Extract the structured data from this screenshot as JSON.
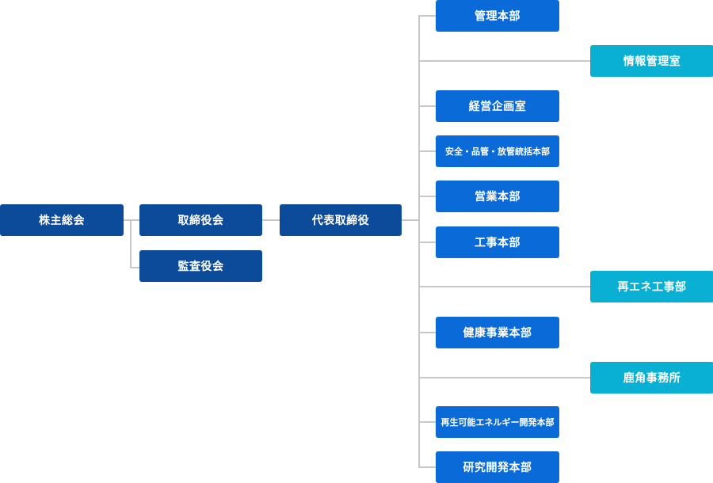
{
  "org": {
    "shareholders": "株主総会",
    "board": "取締役会",
    "auditors": "監査役会",
    "president": "代表取締役",
    "departments": [
      "管理本部",
      "情報管理室",
      "経営企画室",
      "安全・品管・放管統括本部",
      "営業本部",
      "工事本部",
      "再エネ工事部",
      "健康事業本部",
      "鹿角事務所",
      "再生可能エネルギー開発本部",
      "研究開発本部"
    ]
  },
  "colors": {
    "top_level": "#0c4a9a",
    "department": "#0a6ad8",
    "office": "#0ab0d4",
    "connector": "#c8c8c8"
  }
}
